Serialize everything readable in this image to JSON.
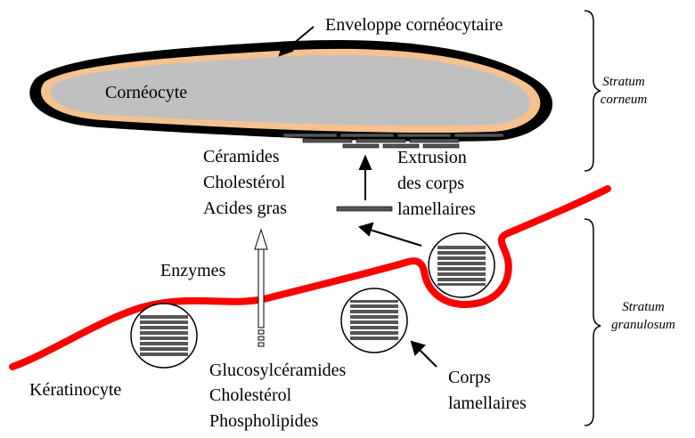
{
  "labels": {
    "enveloppe": "Enveloppe cornéocytaire",
    "corneocyte": "Cornéocyte",
    "lipids_top": [
      "Céramides",
      "Cholestérol",
      "Acides gras"
    ],
    "extrusion": [
      "Extrusion",
      "des corps",
      "lamellaires"
    ],
    "enzymes": "Enzymes",
    "lipids_bottom": [
      "Glucosylcéramides",
      "Cholestérol",
      "Phospholipides"
    ],
    "keratinocyte": "Kératinocyte",
    "corps": [
      "Corps",
      "lamellaires"
    ],
    "stratum_corneum": [
      "Stratum",
      "corneum"
    ],
    "stratum_granulosum": [
      "Stratum",
      "granulosum"
    ]
  },
  "colors": {
    "membrane": "#ff0000",
    "envelope_outer": "#000000",
    "envelope_middle": "#f5c28f",
    "envelope_inner": "#c0c0c0",
    "lamellae": "#555555"
  }
}
